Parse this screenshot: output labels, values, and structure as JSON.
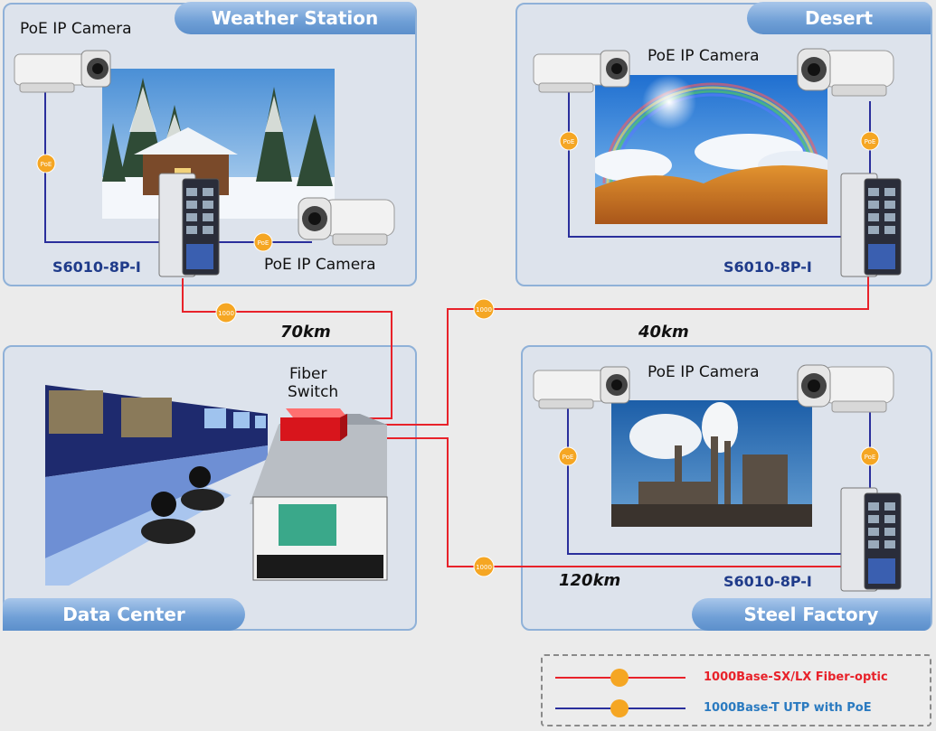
{
  "zones": {
    "weather": {
      "title": "Weather Station",
      "cam_label_1": "PoE IP Camera",
      "cam_label_2": "PoE IP Camera",
      "model": "S6010-8P-I"
    },
    "desert": {
      "title": "Desert",
      "cam_label": "PoE IP Camera",
      "model": "S6010-8P-I"
    },
    "datacenter": {
      "title": "Data Center",
      "switch_label_1": "Fiber",
      "switch_label_2": "Switch"
    },
    "steel": {
      "title": "Steel Factory",
      "cam_label": "PoE IP Camera",
      "model": "S6010-8P-I"
    }
  },
  "distances": {
    "weather": "70km",
    "desert": "40km",
    "steel": "120km"
  },
  "legend": {
    "fiber": "1000Base-SX/LX Fiber-optic",
    "utp": "1000Base-T UTP with PoE"
  },
  "badges": {
    "fiber": "1000",
    "poe": "PoE"
  },
  "colors": {
    "fiber": "#e8222a",
    "utp": "#2a2f9c",
    "badge": "#f5a623",
    "tab": "#6f9fd6",
    "border": "#8fb1d8"
  }
}
